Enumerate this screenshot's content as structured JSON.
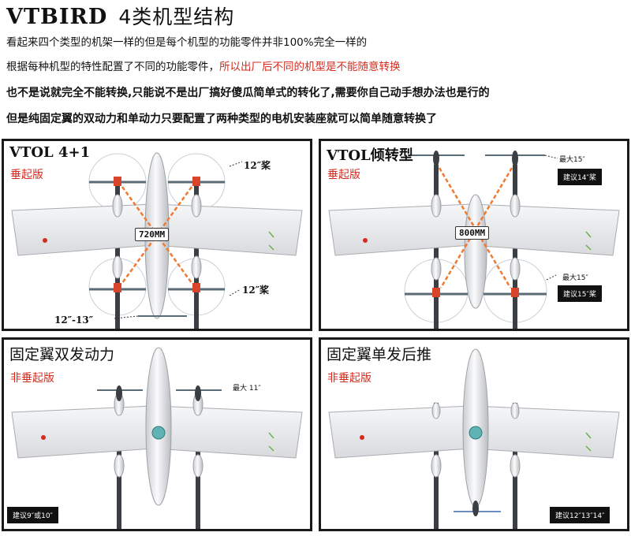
{
  "header": {
    "brand": "VTBIRD",
    "subtitle": "4类机型结构",
    "line1": "看起来四个类型的机架一样的但是每个机型的功能零件并非100%完全一样的",
    "line2_black": "根据每种机型的特性配置了不同的功能零件，",
    "line2_red": "所以出厂后不同的机型是不能随意转换",
    "line3": "也不是说就完全不能转换,只能说不是出厂搞好傻瓜简单式的转化了,需要你自己动手想办法也是行的",
    "line4": "但是纯固定翼的双动力和单动力只要配置了两种类型的电机安装座就可以简单随意转换了"
  },
  "panels": {
    "vtol41": {
      "title": "VTOL 4+1",
      "subtitle": "垂起版",
      "prop_top": "12″桨",
      "prop_bottom": "12″桨",
      "prop_rear": "12″-13″",
      "distance": "720MM"
    },
    "tilt": {
      "title": "VTOL倾转型",
      "subtitle": "垂起版",
      "max_front": "最大15″",
      "suggest_front": "建议14″桨",
      "max_rear": "最大15″",
      "suggest_rear": "建议15″桨",
      "distance": "800MM"
    },
    "twin": {
      "title": "固定翼双发动力",
      "subtitle": "非垂起版",
      "max": "最大 11″",
      "suggest": "建议9″或10″"
    },
    "single": {
      "title": "固定翼单发后推",
      "subtitle": "非垂起版",
      "suggest": "建议12″13″14″"
    }
  },
  "colors": {
    "accent_red": "#d52b1e",
    "arrow_orange": "#f07a30",
    "border": "#1a1a1a"
  }
}
